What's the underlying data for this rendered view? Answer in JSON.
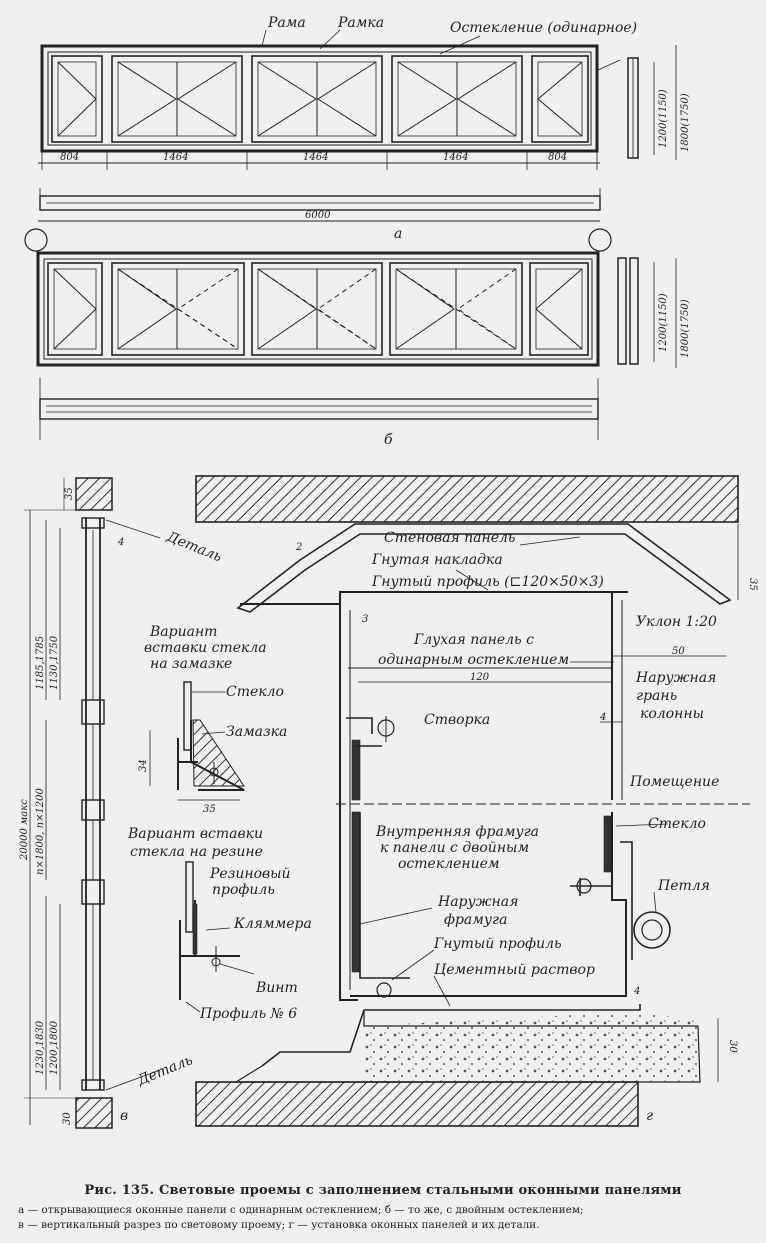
{
  "labels": {
    "frame": "Рама",
    "sub_frame": "Рамка",
    "glazing_single": "Остекление (одинарное)",
    "size_right_a1": "1200(1150)",
    "size_right_a2": "1800(1750)",
    "size_right_b1": "1200(1150)",
    "size_right_b2": "1800(1750)",
    "dim_804_left": "804",
    "dim_1464_1": "1464",
    "dim_1464_2": "1464",
    "dim_1464_3": "1464",
    "dim_804_right": "804",
    "dim_6000": "6000",
    "part_a": "а",
    "part_b": "б",
    "part_v": "в",
    "part_g": "г",
    "dim_35_top": "35",
    "dim_4_left": "4",
    "detail_top": "Деталь",
    "detail_bottom": "Деталь",
    "dim_1185": "1185,1785",
    "dim_1130": "1130,1750",
    "dim_20000": "20000 макс",
    "dim_n1800": "n×1800, n×1200",
    "dim_1230": "1230,1830",
    "dim_1200": "1200,1800",
    "dim_30_bottom": "30",
    "var_putty_1": "Вариант",
    "var_putty_2": "вставки стекла",
    "var_putty_3": "на замазке",
    "glass": "Стекло",
    "putty": "Замазка",
    "dim_35_mid": "35",
    "dim_34": "34",
    "var_rubber_1": "Вариант вставки",
    "var_rubber_2": "стекла на резине",
    "rubber_1": "Резиновый",
    "rubber_2": "профиль",
    "clip": "Кляммера",
    "screw": "Винт",
    "profile6": "Профиль № 6",
    "wall_panel": "Стеновая панель",
    "bent_cover": "Гнутая накладка",
    "bent_profile_top": "Гнутый профиль (⊏120×50×3)",
    "slope": "Уклон 1:20",
    "dim_35_right": "35",
    "dim_3": "3",
    "dim_2": "2",
    "blind_1": "Глухая панель с",
    "blind_2": "одинарным остеклением",
    "dim_120": "120",
    "dim_50": "50",
    "outer_1": "Наружная",
    "outer_2": "грань",
    "outer_3": "колонны",
    "sash": "Створка",
    "dim_4_mid": "4",
    "room": "Помещение",
    "inner_1": "Внутренняя фрамуга",
    "inner_2": "к панели с двойным",
    "inner_3": "остеклением",
    "glass_right": "Стекло",
    "hinge": "Петля",
    "outer_frame_1": "Наружная",
    "outer_frame_2": "фрамуга",
    "bent_profile_bottom": "Гнутый профиль",
    "cement": "Цементный раствор",
    "dim_4_bottom": "4",
    "dim_30_right": "30"
  },
  "caption": {
    "title": "Рис. 135. Световые проемы с заполнением стальными оконными панелями",
    "line1": "а — открывающиеся оконные панели с одинарным остеклением; б — то же, с двойным остеклением;",
    "line2": "в — вертикальный разрез по световому проему; г — установка оконных панелей и их детали."
  }
}
